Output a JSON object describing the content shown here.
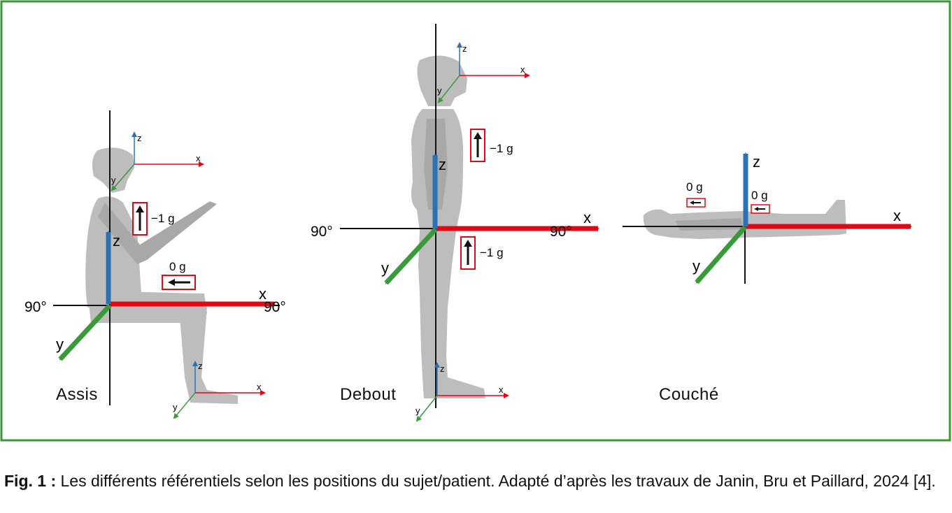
{
  "panels": {
    "assis": {
      "label": "Assis",
      "angle_left": "90°",
      "angle_right": "90°",
      "axes": {
        "x": "x",
        "y": "y",
        "z": "z"
      },
      "force_up": "−1 g",
      "force_side": "0 g",
      "head_axes": {
        "x": "x",
        "y": "y",
        "z": "z"
      },
      "foot_axes": {
        "x": "x",
        "y": "y",
        "z": "z"
      }
    },
    "debout": {
      "label": "Debout",
      "angle_left": "90°",
      "angle_right": "90°",
      "axes": {
        "x": "x",
        "y": "y",
        "z": "z"
      },
      "force_upper": "−1 g",
      "force_lower": "−1 g",
      "head_axes": {
        "x": "x",
        "y": "y",
        "z": "z"
      },
      "foot_axes": {
        "x": "x",
        "y": "y",
        "z": "z"
      }
    },
    "couche": {
      "label": "Couché",
      "axes": {
        "x": "x",
        "y": "y",
        "z": "z"
      },
      "force_left": "0 g",
      "force_right": "0 g"
    }
  },
  "caption": {
    "prefix": "Fig. 1 :",
    "text": " Les différents référentiels selon les positions du sujet/patient. Adapté d’après les travaux de Janin, Bru et Paillard, 2024 [4]."
  },
  "colors": {
    "frame": "#3a9a3a",
    "x_axis": "#e30613",
    "y_axis": "#3a9a3a",
    "z_axis": "#2a72b8",
    "silhouette": "#bdbdbd"
  }
}
